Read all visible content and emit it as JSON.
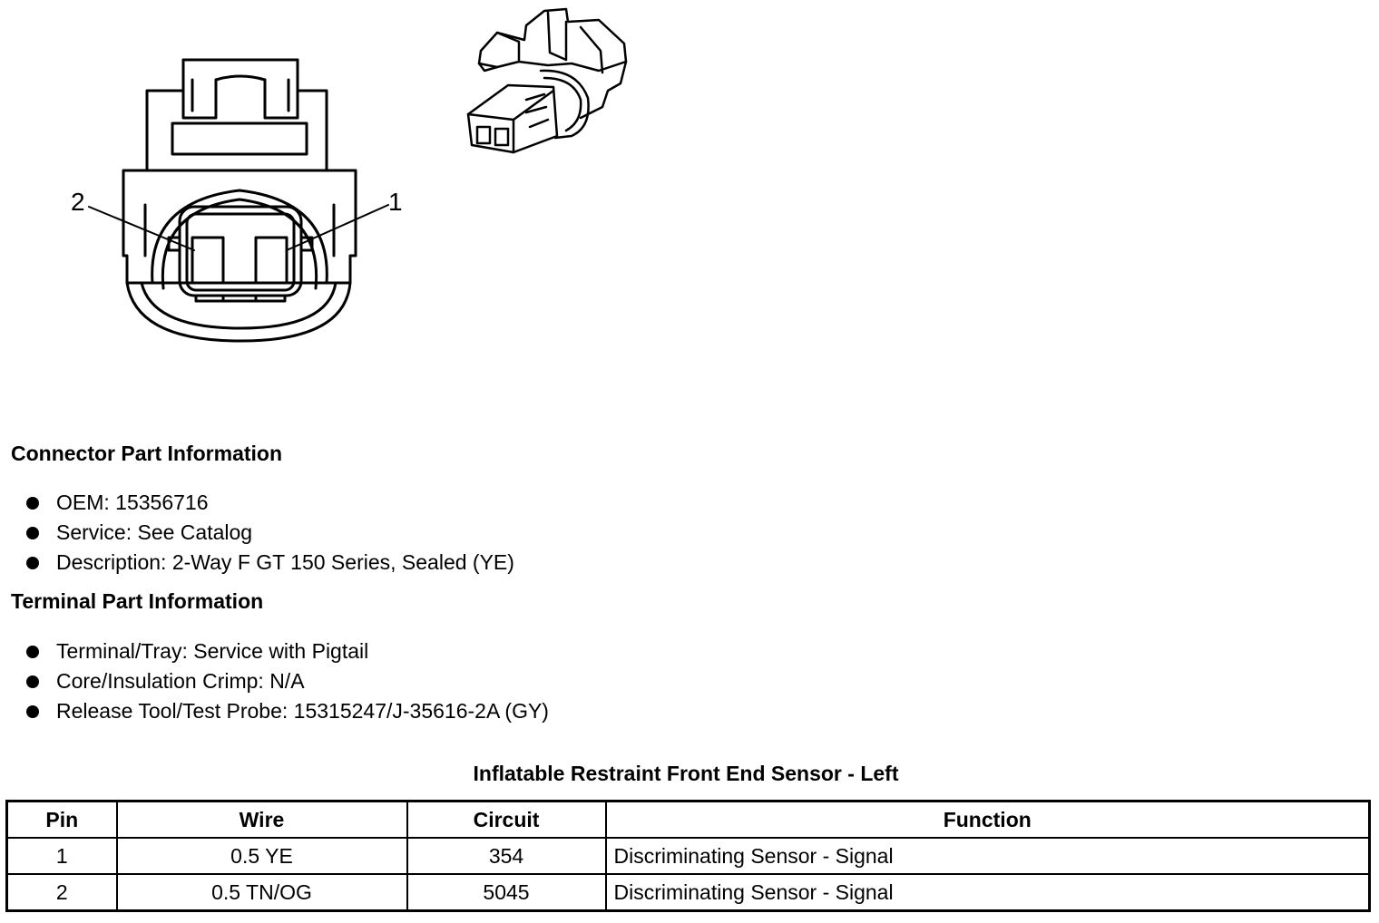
{
  "figure": {
    "pin_labels": [
      "2",
      "1"
    ],
    "colors": {
      "line": "#000000",
      "background": "#ffffff"
    }
  },
  "connector_info": {
    "heading": "Connector Part Information",
    "items": [
      "OEM: 15356716",
      "Service: See Catalog",
      "Description: 2-Way F GT 150 Series, Sealed (YE)"
    ]
  },
  "terminal_info": {
    "heading": "Terminal Part Information",
    "items": [
      "Terminal/Tray: Service with Pigtail",
      "Core/Insulation Crimp: N/A",
      "Release Tool/Test Probe: 15315247/J-35616-2A (GY)"
    ]
  },
  "pinout_table": {
    "title": "Inflatable Restraint Front End Sensor - Left",
    "headers": [
      "Pin",
      "Wire",
      "Circuit",
      "Function"
    ],
    "rows": [
      [
        "1",
        "0.5 YE",
        "354",
        "Discriminating Sensor - Signal"
      ],
      [
        "2",
        "0.5 TN/OG",
        "5045",
        "Discriminating Sensor - Signal"
      ]
    ]
  }
}
